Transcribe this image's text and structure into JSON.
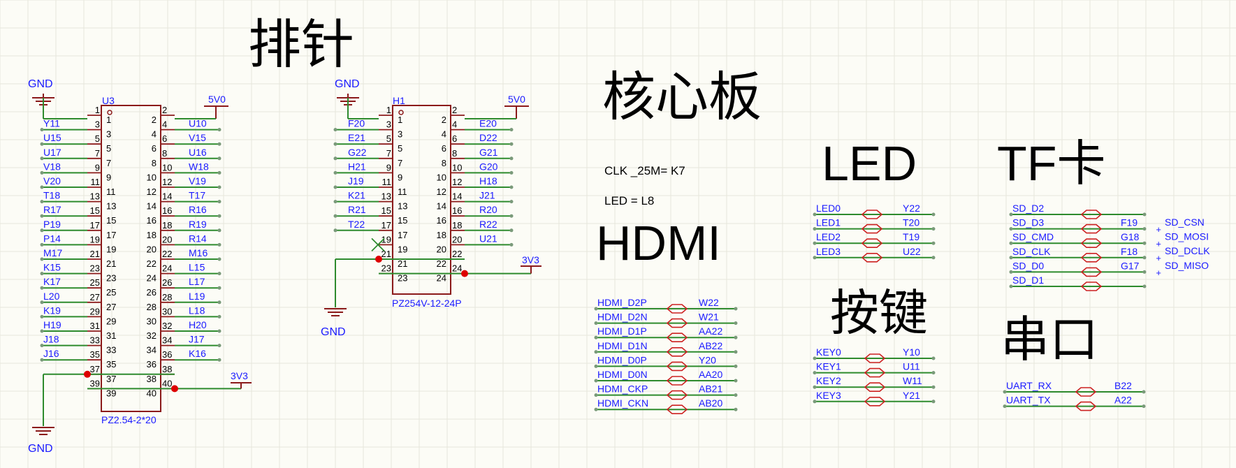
{
  "colors": {
    "wire": "#2e8b2e",
    "body": "#8b1a1a",
    "pin": "#8b1a1a",
    "net": "#1a1aff",
    "text": "#000000",
    "junction": "#dd0000",
    "port": "#cc2020",
    "grid": "#e6e6dc"
  },
  "titles": {
    "header": "排针",
    "core": "核心板",
    "led": "LED",
    "tf": "TF卡",
    "hdmi": "HDMI",
    "key": "按键",
    "uart": "串口"
  },
  "notes": [
    "CLK _25M= K7",
    "LED  = L8"
  ],
  "u3": {
    "designator": "U3",
    "part": "PZ2.54-2*20",
    "gnd_label": "GND",
    "v5_label": "5V0",
    "v33_label": "3V3",
    "gnd_bottom_label": "GND",
    "left_nets": [
      "Y11",
      "U15",
      "U17",
      "V18",
      "V20",
      "T18",
      "R17",
      "P19",
      "P14",
      "M17",
      "K15",
      "K17",
      "L20",
      "K19",
      "H19",
      "J18",
      "J16"
    ],
    "right_nets": [
      "U10",
      "V15",
      "U16",
      "W18",
      "V19",
      "T17",
      "R16",
      "R19",
      "R14",
      "M16",
      "L15",
      "L17",
      "L19",
      "L18",
      "H20",
      "J17",
      "K16"
    ]
  },
  "h1": {
    "designator": "H1",
    "part": "PZ254V-12-24P",
    "gnd_label": "GND",
    "v5_label": "5V0",
    "v33_label": "3V3",
    "gnd_bottom_label": "GND",
    "left_nets": [
      "F20",
      "E21",
      "G22",
      "H21",
      "J19",
      "K21",
      "R21",
      "T22"
    ],
    "right_nets": [
      "E20",
      "D22",
      "G21",
      "G20",
      "H18",
      "J21",
      "R20",
      "R22",
      "U21"
    ]
  },
  "hdmi_ports": [
    {
      "net": "HDMI_D2P",
      "pin": "W22"
    },
    {
      "net": "HDMI_D2N",
      "pin": "W21"
    },
    {
      "net": "HDMI_D1P",
      "pin": "AA22"
    },
    {
      "net": "HDMI_D1N",
      "pin": "AB22"
    },
    {
      "net": "HDMI_D0P",
      "pin": "Y20"
    },
    {
      "net": "HDMI_D0N",
      "pin": "AA20"
    },
    {
      "net": "HDMI_CKP",
      "pin": "AB21"
    },
    {
      "net": "HDMI_CKN",
      "pin": "AB20"
    }
  ],
  "led_ports": [
    {
      "net": "LED0",
      "pin": "Y22"
    },
    {
      "net": "LED1",
      "pin": "T20"
    },
    {
      "net": "LED2",
      "pin": "T19"
    },
    {
      "net": "LED3",
      "pin": "U22"
    }
  ],
  "key_ports": [
    {
      "net": "KEY0",
      "pin": "Y10"
    },
    {
      "net": "KEY1",
      "pin": "U11"
    },
    {
      "net": "KEY2",
      "pin": "W11"
    },
    {
      "net": "KEY3",
      "pin": "Y21"
    }
  ],
  "sd_ports": [
    {
      "net": "SD_D2",
      "pin": ""
    },
    {
      "net": "SD_D3",
      "pin": "F19"
    },
    {
      "net": "SD_CMD",
      "pin": "G18"
    },
    {
      "net": "SD_CLK",
      "pin": "F18"
    },
    {
      "net": "SD_D0",
      "pin": "G17"
    },
    {
      "net": "SD_D1",
      "pin": ""
    }
  ],
  "sd_aliases": [
    "SD_CSN",
    "SD_MOSI",
    "SD_DCLK",
    "SD_MISO"
  ],
  "uart_ports": [
    {
      "net": "UART_RX",
      "pin": "B22"
    },
    {
      "net": "UART_TX",
      "pin": "A22"
    }
  ]
}
